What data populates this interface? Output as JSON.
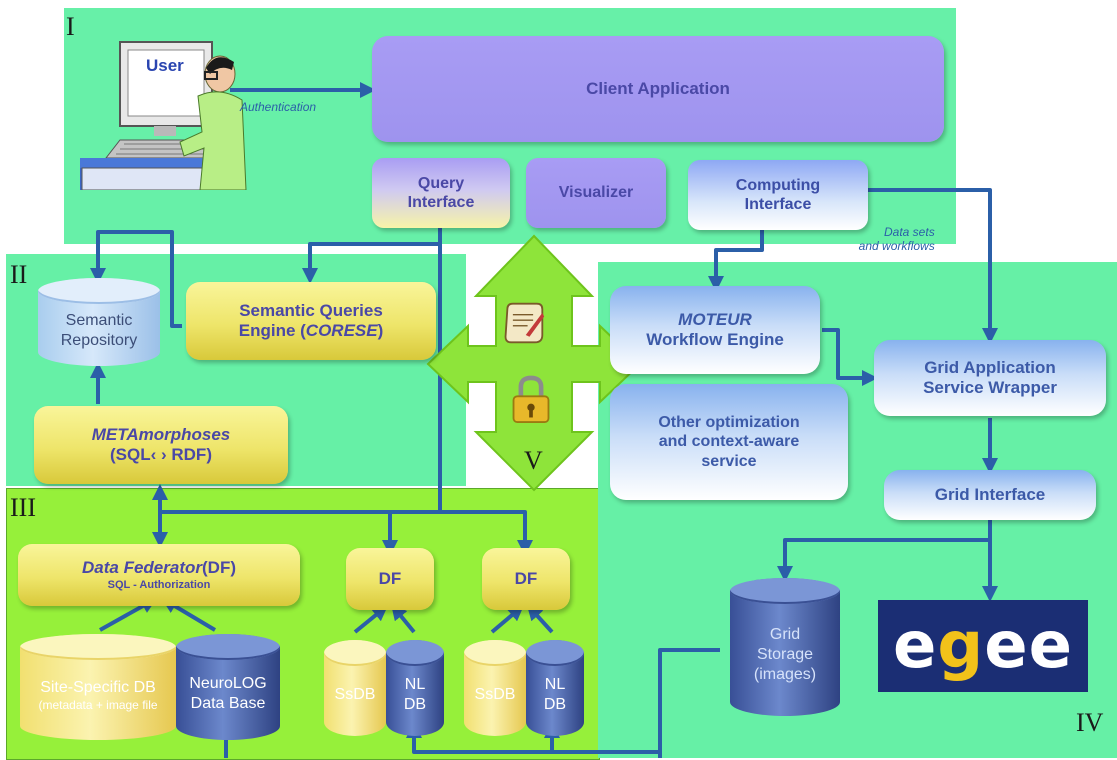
{
  "zones": {
    "i": "I",
    "ii": "II",
    "iii": "III",
    "iv": "IV",
    "v": "V"
  },
  "user": {
    "label": "User",
    "auth_label": "Authentication"
  },
  "boxes": {
    "client_application": "Client Application",
    "query_interface": [
      "Query",
      "Interface"
    ],
    "visualizer": "Visualizer",
    "computing_interface": [
      "Computing",
      "Interface"
    ],
    "semantic_queries_engine": {
      "line1": "Semantic Queries",
      "line2_pre": "Engine (",
      "line2_em": "CORESE",
      "line2_post": ")"
    },
    "metamorphoses": {
      "line1": "METAmorphoses",
      "line2": "(SQL‹ › RDF)"
    },
    "data_federator": {
      "line1_em": "Data Federator",
      "line1_post": "(DF)",
      "line2": "SQL - Authorization"
    },
    "df_1": "DF",
    "df_2": "DF",
    "moteur": {
      "line1": "MOTEUR",
      "line2": "Workflow Engine"
    },
    "other_optimization": [
      "Other optimization",
      "and context-aware",
      "service"
    ],
    "grid_app_wrapper": [
      "Grid Application",
      "Service Wrapper"
    ],
    "grid_interface": "Grid Interface"
  },
  "databases": {
    "semantic_repository": [
      "Semantic",
      "Repository"
    ],
    "site_specific_db": [
      "Site-Specific DB",
      "(metadata + image file"
    ],
    "neurolog_db": [
      "NeuroLOG",
      "Data Base"
    ],
    "ssdb_1": "SsDB",
    "nl_db_1": [
      "NL",
      "DB"
    ],
    "ssdb_2": "SsDB",
    "nl_db_2": [
      "NL",
      "DB"
    ],
    "grid_storage": [
      "Grid",
      "Storage",
      "(images)"
    ]
  },
  "labels": {
    "data_sets": [
      "Data sets",
      "and workflows"
    ]
  },
  "logo": {
    "text": "egee",
    "brand_color": "#1b2e74",
    "accent_color": "#f2c21a"
  },
  "icons": [
    "user-workstation-icon",
    "scroll-quill-icon",
    "padlock-icon"
  ],
  "colors": {
    "zone_green": "#66f0a6",
    "zone_lime": "#96f03a",
    "arrow": "#2b5fa8",
    "purple_box": "#a198f2",
    "yellow_box": "#efe870",
    "blue_box": "#b9d4f6"
  }
}
